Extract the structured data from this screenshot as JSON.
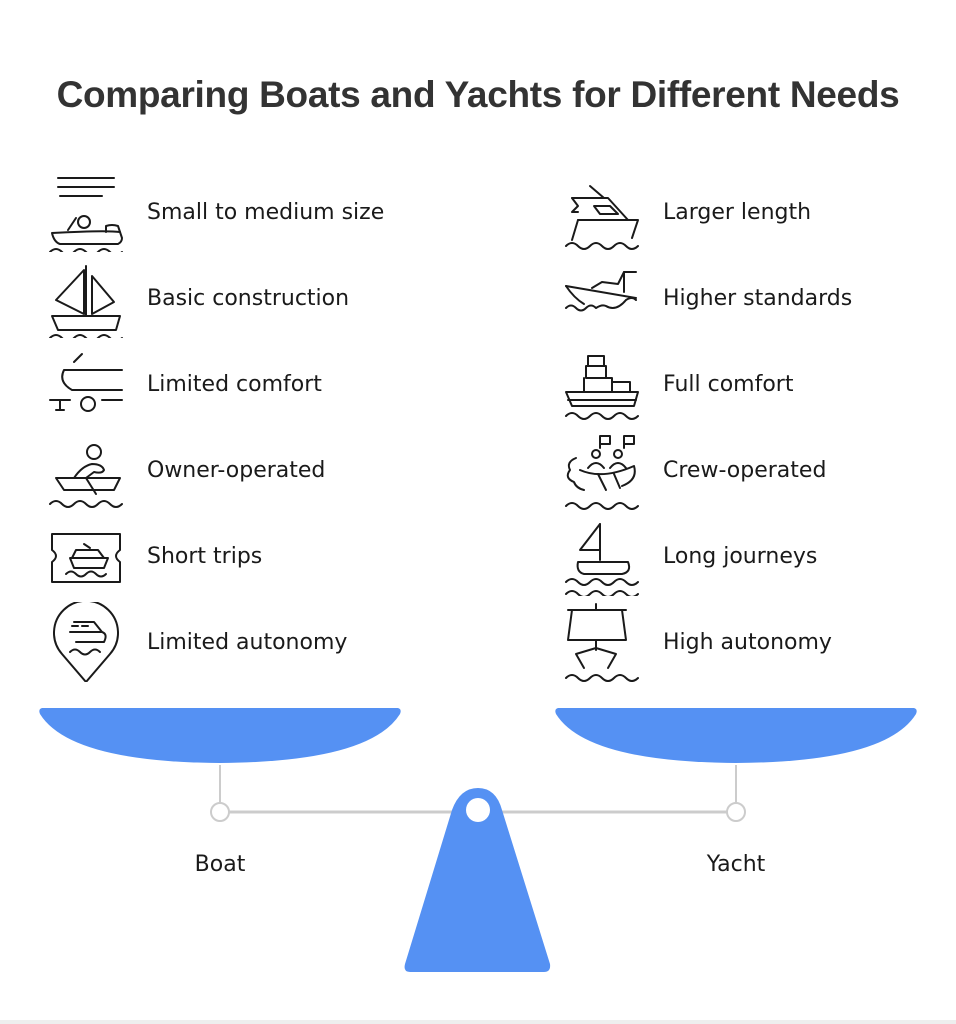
{
  "title": "Comparing Boats and Yachts for Different Needs",
  "colors": {
    "accent": "#5591F3",
    "beam": "#CCCCCC",
    "title_text": "#333333",
    "text": "#1A1A1A"
  },
  "boat": {
    "label": "Boat",
    "items": [
      {
        "label": "Small to medium size",
        "icon": "motorboat-icon"
      },
      {
        "label": "Basic construction",
        "icon": "sailboat-icon"
      },
      {
        "label": "Limited comfort",
        "icon": "boat-trailer-icon"
      },
      {
        "label": "Owner-operated",
        "icon": "rowing-person-icon"
      },
      {
        "label": "Short trips",
        "icon": "boat-ticket-icon"
      },
      {
        "label": "Limited autonomy",
        "icon": "boat-location-pin-icon"
      }
    ]
  },
  "yacht": {
    "label": "Yacht",
    "items": [
      {
        "label": "Larger length",
        "icon": "yacht-icon"
      },
      {
        "label": "Higher standards",
        "icon": "speed-yacht-icon"
      },
      {
        "label": "Full comfort",
        "icon": "cruise-ship-icon"
      },
      {
        "label": "Crew-operated",
        "icon": "crew-boat-icon"
      },
      {
        "label": "Long journeys",
        "icon": "sailboat-waves-icon"
      },
      {
        "label": "High autonomy",
        "icon": "ship-sail-icon"
      }
    ]
  }
}
